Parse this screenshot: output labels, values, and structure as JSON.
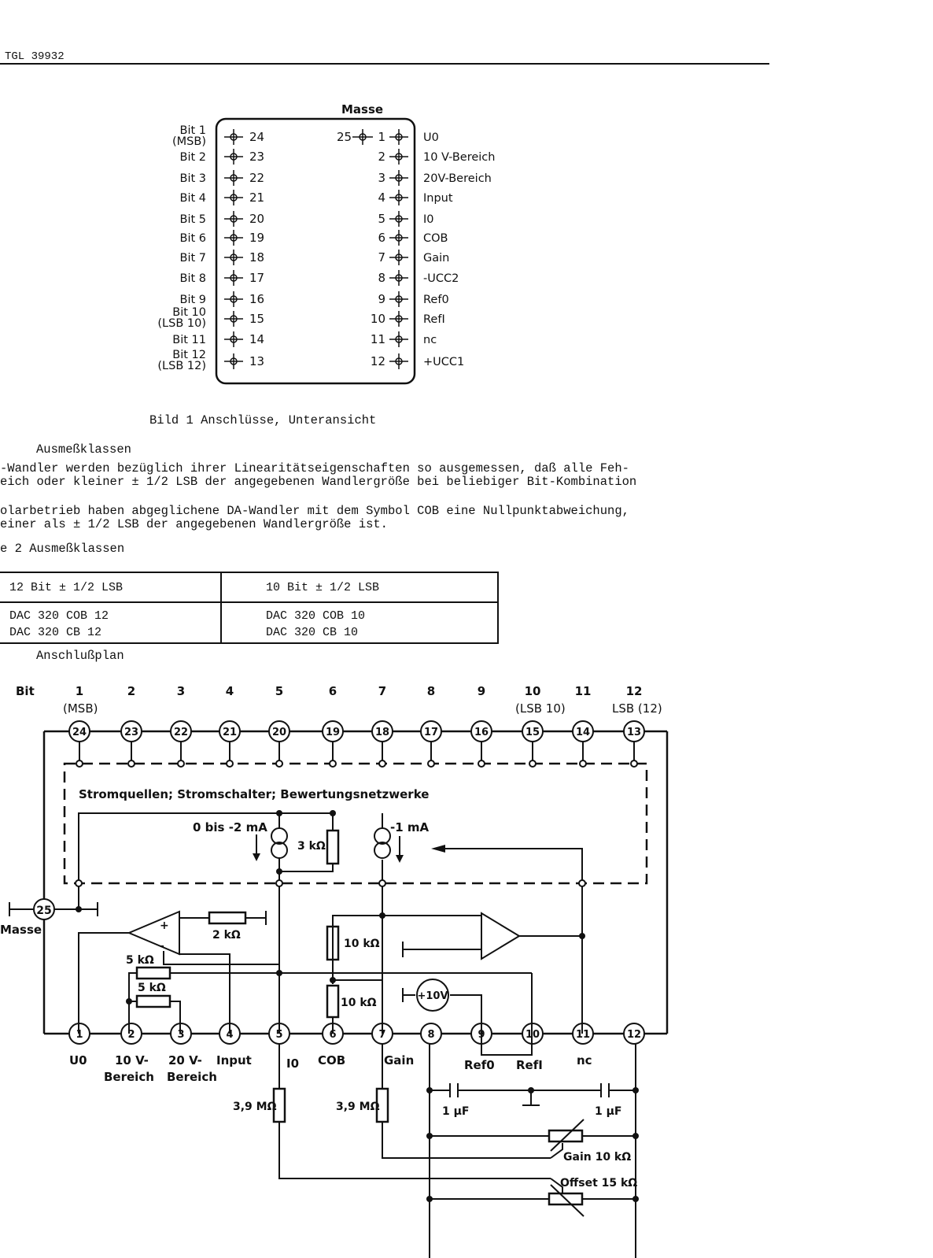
{
  "header": {
    "doc_id": "TGL 39932"
  },
  "figure1": {
    "masse_label": "Masse",
    "left_labels": [
      {
        "text": "Bit 1",
        "sub": "(MSB)"
      },
      {
        "text": "Bit 2"
      },
      {
        "text": "Bit 3"
      },
      {
        "text": "Bit 4"
      },
      {
        "text": "Bit 5"
      },
      {
        "text": "Bit 6"
      },
      {
        "text": "Bit 7"
      },
      {
        "text": "Bit 8"
      },
      {
        "text": "Bit 9"
      },
      {
        "text": "Bit 10",
        "sub": "(LSB 10)"
      },
      {
        "text": "Bit 11"
      },
      {
        "text": "Bit 12",
        "sub": "(LSB 12)"
      }
    ],
    "left_pins": [
      "24",
      "23",
      "22",
      "21",
      "20",
      "19",
      "18",
      "17",
      "16",
      "15",
      "14",
      "13"
    ],
    "masse_pin": "25",
    "right_pins": [
      "1",
      "2",
      "3",
      "4",
      "5",
      "6",
      "7",
      "8",
      "9",
      "10",
      "11",
      "12"
    ],
    "right_labels": [
      "U0",
      "10 V-Bereich",
      "20V-Bereich",
      "Input",
      "I0",
      "COB",
      "Gain",
      "-UCC2",
      "Ref0",
      "RefI",
      "nc",
      "+UCC1"
    ],
    "caption": "Bild 1  Anschlüsse, Unteransicht"
  },
  "section_ausmess": {
    "heading": "Ausmeßklassen",
    "para1_line1": "-Wandler werden bezüglich ihrer Linearitätseigenschaften so ausgemessen, daß alle Feh-",
    "para1_line2": "eich oder kleiner ± 1/2 LSB der angegebenen Wandlergröße bei beliebiger Bit-Kombination",
    "para2_line1": "olarbetrieb haben abgeglichene DA-Wandler mit dem Symbol COB eine Nullpunktabweichung,",
    "para2_line2": "einer als ± 1/2 LSB der angegebenen Wandlergröße ist.",
    "table_caption": "e 2  Ausmeßklassen"
  },
  "table2": {
    "headers": [
      "12 Bit ± 1/2 LSB",
      "10 Bit ± 1/2 LSB"
    ],
    "col1": [
      "DAC 320 COB 12",
      "DAC 320 CB 12"
    ],
    "col2": [
      "DAC 320 COB 10",
      "DAC 320 CB 10"
    ]
  },
  "section_anschluss": {
    "heading": "Anschlußplan"
  },
  "schematic": {
    "bit_row_label": "Bit",
    "bit_numbers": [
      "1",
      "2",
      "3",
      "4",
      "5",
      "6",
      "7",
      "8",
      "9",
      "10",
      "11",
      "12"
    ],
    "msb_label": "(MSB)",
    "lsb10_label": "(LSB 10)",
    "lsb12_label": "LSB (12)",
    "top_pins": [
      "24",
      "23",
      "22",
      "21",
      "20",
      "19",
      "18",
      "17",
      "16",
      "15",
      "14",
      "13"
    ],
    "bottom_pins": [
      "1",
      "2",
      "3",
      "4",
      "5",
      "6",
      "7",
      "8",
      "9",
      "10",
      "11",
      "12"
    ],
    "block_label": "Stromquellen; Stromschalter; Bewertungsnetzwerke",
    "src1_label": "0 bis  -2 mA",
    "src2_label": "-1 mA",
    "r_3k": "3 kΩ",
    "r_2k": "2 kΩ",
    "r_5k_a": "5 kΩ",
    "r_5k_b": "5 kΩ",
    "r_10k_a": "10 kΩ",
    "r_10k_b": "10 kΩ",
    "vref_label": "+10V",
    "masse_pin": "25",
    "masse_label": "Masse",
    "bottom_labels": {
      "p1": "U0",
      "p2a": "10 V-",
      "p2b": "Bereich",
      "p3a": "20 V-",
      "p3b": "Bereich",
      "p4": "Input",
      "p5": "I0",
      "p6": "COB",
      "p7": "Gain",
      "p9": "Ref0",
      "p10": "RefI",
      "p11": "nc"
    },
    "r_39_a": "3,9 MΩ",
    "r_39_b": "3,9 MΩ",
    "cap_a": "1 µF",
    "cap_b": "1 µF",
    "pot_gain": "Gain  10 kΩ",
    "pot_offset": "Offset 15 kΩ"
  }
}
